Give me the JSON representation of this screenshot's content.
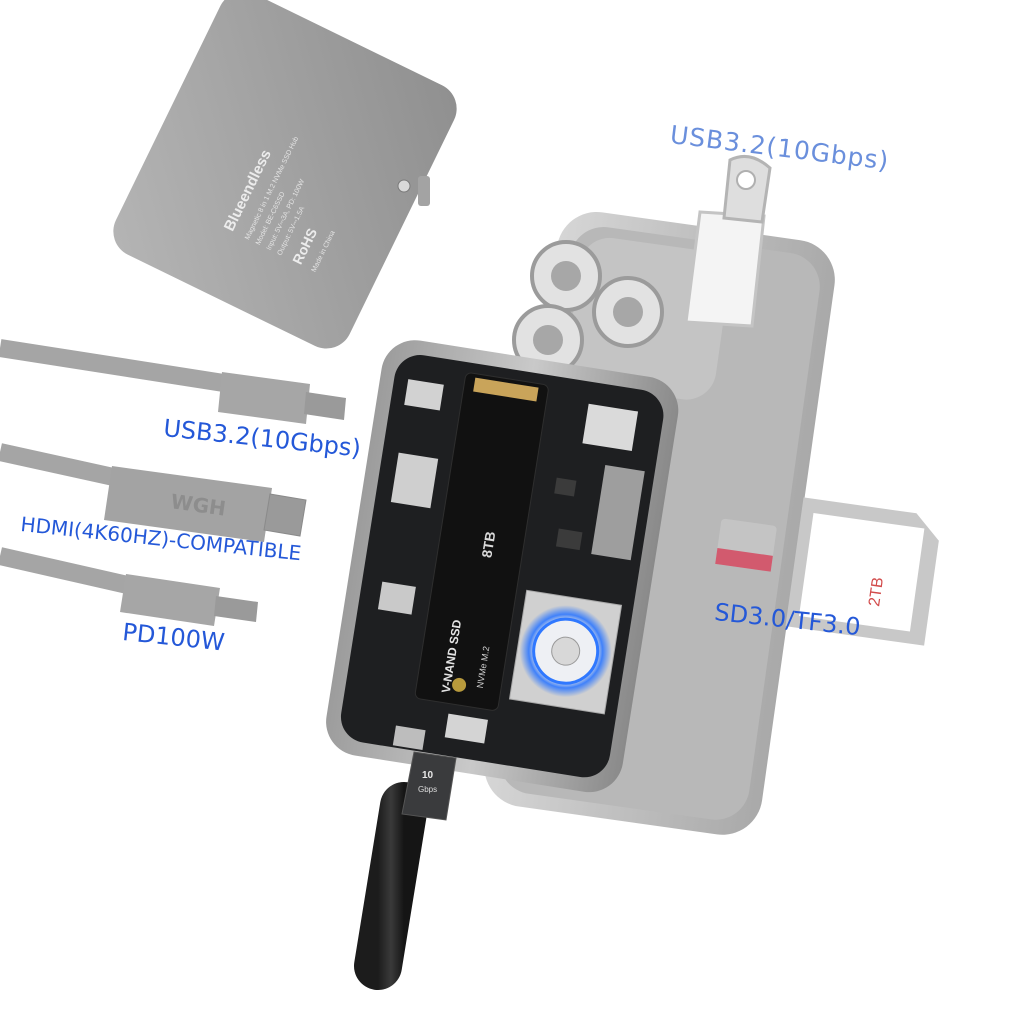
{
  "labels": {
    "usb_right": "USB3.2(10Gbps)",
    "usb_left": "USB3.2(10Gbps)",
    "hdmi": "HDMI(4K60HZ)-COMPATIBLE",
    "pd": "PD100W",
    "sd": "SD3.0/TF3.0"
  },
  "cover": {
    "brand": "Blueendless",
    "line1": "Magnetic 8 in 1 M.2 NVMe SSD Hub",
    "line2": "Model: BE-C6SSD",
    "line3": "Input: 5V⎓3A, PD: 100W",
    "line4": "Output: 5V⎓1.5A",
    "made": "Made in China",
    "rohs": "RoHS"
  },
  "ssd": {
    "capacity": "8TB",
    "brand": "V-NAND SSD",
    "interface": "NVMe M.2"
  },
  "sd_card": {
    "text": "2TB"
  },
  "connector": {
    "speed": "10",
    "unit": "Gbps"
  },
  "hdmi_plug_text": "WGH",
  "colors": {
    "label_blue": "#2458d8",
    "label_light_blue": "#6a8fdc",
    "fan_glow": "#2f78ff"
  }
}
